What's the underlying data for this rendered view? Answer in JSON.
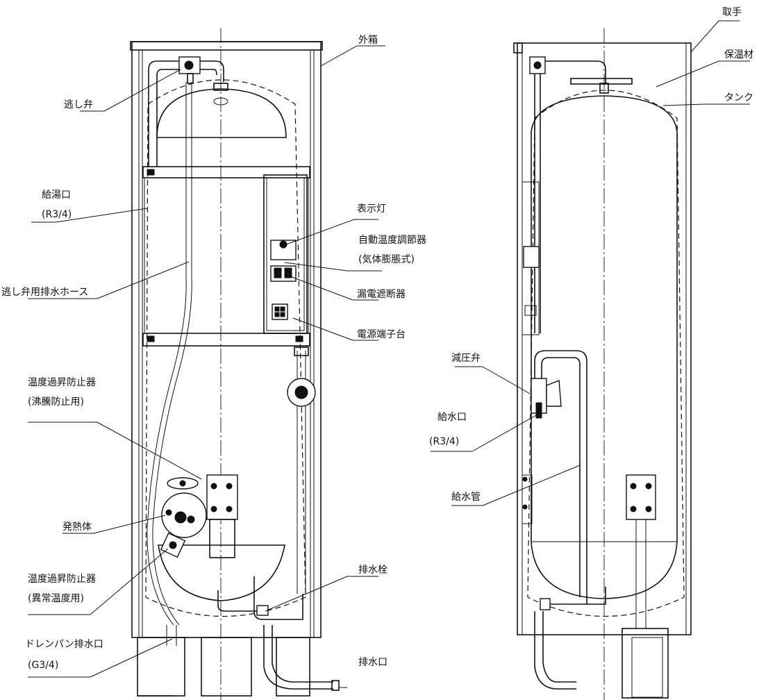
{
  "labels": {
    "outer_case": "外箱",
    "relief_valve": "逃し弁",
    "hot_water_outlet": "給湯口",
    "hot_water_outlet_size": "(R3/4)",
    "relief_valve_drain_hose": "逃し弁用排水ホース",
    "indicator_lamp": "表示灯",
    "auto_thermostat": "自動温度調節器",
    "auto_thermostat_type": "(気体膨脹式)",
    "earth_leakage_breaker": "漏電遮断器",
    "power_terminal_block": "電源端子台",
    "overheat_protector_boil": "温度過昇防止器",
    "overheat_protector_boil_sub": "(沸騰防止用)",
    "heater": "発熱体",
    "overheat_protector_abnormal": "温度過昇防止器",
    "overheat_protector_abnormal_sub": "(異常温度用)",
    "drain_pan_outlet": "ドレンパン排水口",
    "drain_pan_outlet_size": "(G3/4)",
    "drain_plug": "排水栓",
    "drain_outlet": "排水口",
    "handle": "取手",
    "insulation": "保温材",
    "tank": "タンク",
    "pressure_reducing_valve": "減圧弁",
    "water_inlet": "給水口",
    "water_inlet_size": "(R3/4)",
    "water_supply_pipe": "給水管"
  }
}
